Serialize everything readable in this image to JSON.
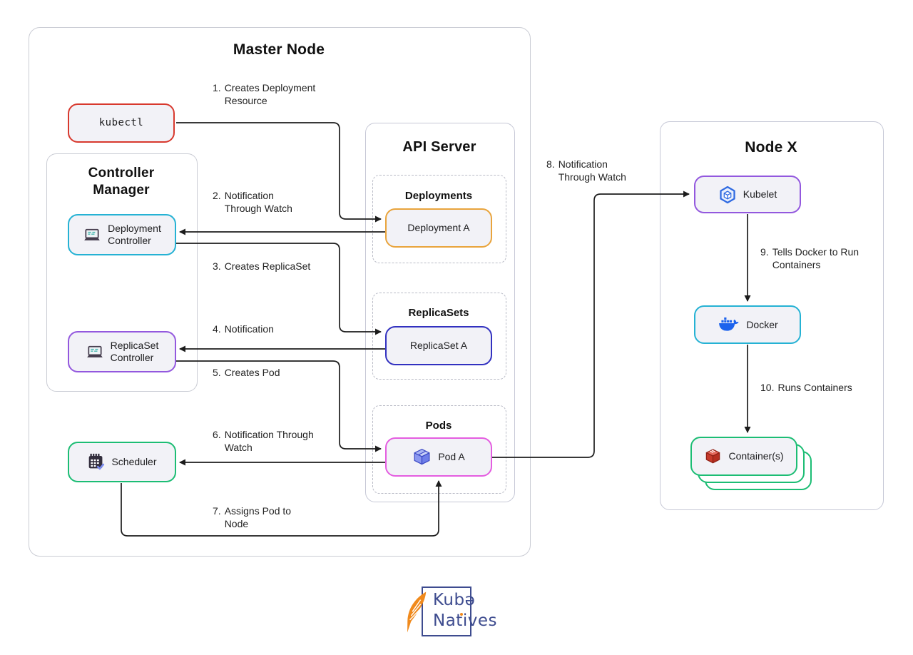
{
  "master_node": {
    "title": "Master Node",
    "kubectl_label": "kubectl",
    "controller_manager": {
      "title": "Controller\nManager",
      "deployment_controller_label": "Deployment\nController",
      "replicaset_controller_label": "ReplicaSet\nController"
    },
    "scheduler_label": "Scheduler",
    "api_server": {
      "title": "API Server",
      "deployments_title": "Deployments",
      "deployment_a_label": "Deployment A",
      "replicasets_title": "ReplicaSets",
      "replicaset_a_label": "ReplicaSet A",
      "pods_title": "Pods",
      "pod_a_label": "Pod A"
    }
  },
  "node_x": {
    "title": "Node X",
    "kubelet_label": "Kubelet",
    "docker_label": "Docker",
    "containers_label": "Container(s)"
  },
  "steps": {
    "s1": {
      "num": "1.",
      "text": "Creates Deployment\nResource"
    },
    "s2": {
      "num": "2.",
      "text": "Notification\nThrough Watch"
    },
    "s3": {
      "num": "3.",
      "text": "Creates ReplicaSet"
    },
    "s4": {
      "num": "4.",
      "text": "Notification"
    },
    "s5": {
      "num": "5.",
      "text": "Creates Pod"
    },
    "s6": {
      "num": "6.",
      "text": "Notification Through\nWatch"
    },
    "s7": {
      "num": "7.",
      "text": "Assigns Pod to\nNode"
    },
    "s8": {
      "num": "8.",
      "text": "Notification\nThrough Watch"
    },
    "s9": {
      "num": "9.",
      "text": "Tells Docker to Run\nContainers"
    },
    "s10": {
      "num": "10.",
      "text": "Runs Containers"
    }
  },
  "logo": {
    "line1": "Kubǝ",
    "line2": "Natives"
  },
  "icons": {
    "deployment_controller": "laptop-icon",
    "replicaset_controller": "laptop-icon",
    "scheduler": "calendar-check-icon",
    "pod_a": "pod-cube-icon",
    "kubelet": "kubernetes-hexagon-icon",
    "docker": "docker-whale-icon",
    "containers": "container-box-icon",
    "logo": "feather-icon"
  },
  "colors": {
    "kubectl_border": "#d8392e",
    "deployment_controller_border": "#25b2d4",
    "replicaset_controller_border": "#9358de",
    "scheduler_border": "#1cbd74",
    "deployment_a_border": "#e9a43c",
    "replicaset_a_border": "#3231c0",
    "pod_a_border": "#e45de0",
    "kubelet_border": "#9358de",
    "docker_border": "#25b2d4",
    "container_border": "#1cbd74",
    "outer_border": "#caccd4",
    "dashed_border": "#b9bbc6",
    "leaf_fill": "#f2f2f7",
    "arrow": "#1c1c1c",
    "docker_blue": "#1d63ed",
    "pod_icon_blue": "#7b8ceb",
    "container_icon_red": "#c63a2b",
    "logo_navy": "#3e4c8f",
    "logo_orange": "#f08a1d"
  }
}
